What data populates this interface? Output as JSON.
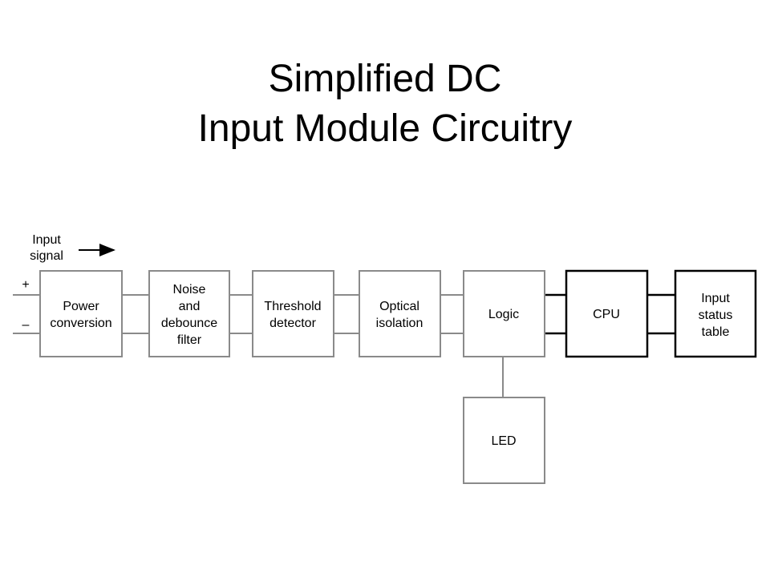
{
  "title": {
    "line1": "Simplified DC",
    "line2": "Input Module Circuitry"
  },
  "input": {
    "label_line1": "Input",
    "label_line2": "signal",
    "plus": "+",
    "minus": "–"
  },
  "blocks": [
    {
      "key": "power",
      "lines": [
        "Power",
        "conversion"
      ]
    },
    {
      "key": "noise",
      "lines": [
        "Noise",
        "and",
        "debounce",
        "filter"
      ]
    },
    {
      "key": "threshold",
      "lines": [
        "Threshold",
        "detector"
      ]
    },
    {
      "key": "optical",
      "lines": [
        "Optical",
        "isolation"
      ]
    },
    {
      "key": "logic",
      "lines": [
        "Logic"
      ]
    },
    {
      "key": "cpu",
      "lines": [
        "CPU"
      ]
    },
    {
      "key": "status",
      "lines": [
        "Input",
        "status",
        "table"
      ]
    },
    {
      "key": "led",
      "lines": [
        "LED"
      ]
    }
  ],
  "colors": {
    "module_stroke": "#8a8a8a",
    "external_stroke": "#000000"
  }
}
